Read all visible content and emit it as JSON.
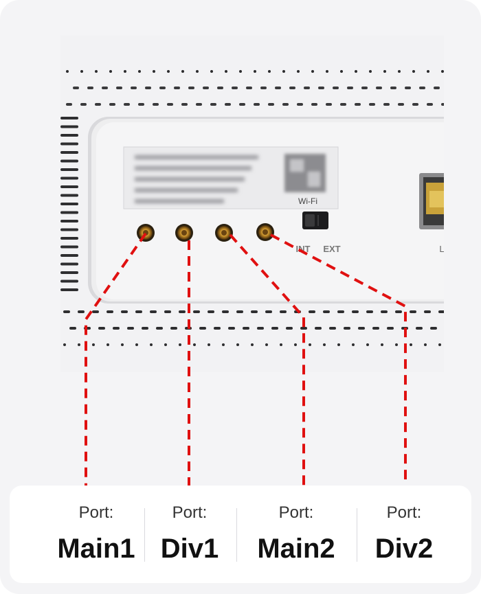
{
  "device": {
    "wifi_label": "Wi-Fi",
    "switch_labels": [
      "INT",
      "EXT"
    ],
    "partial_label": "L"
  },
  "callout_color": "#e01010",
  "ports": [
    {
      "prefix": "Port:",
      "name": "Main1"
    },
    {
      "prefix": "Port:",
      "name": "Div1"
    },
    {
      "prefix": "Port:",
      "name": "Main2"
    },
    {
      "prefix": "Port:",
      "name": "Div2"
    }
  ]
}
